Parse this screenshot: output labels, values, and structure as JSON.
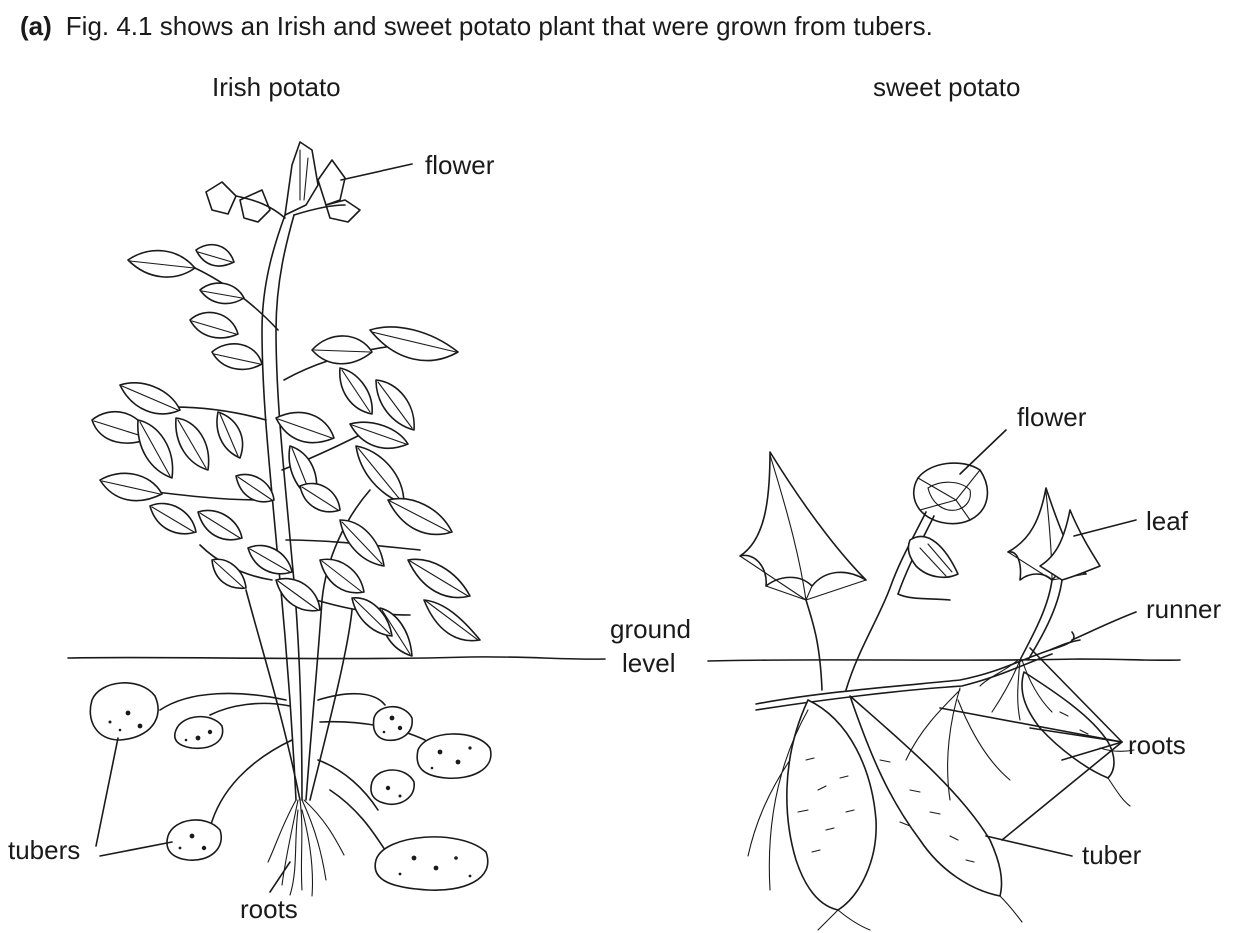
{
  "question": {
    "number": "(a)",
    "text": "Fig. 4.1 shows an Irish and sweet potato plant that were grown from tubers."
  },
  "irish_potato": {
    "title": "Irish potato",
    "labels": {
      "flower": "flower",
      "tubers": "tubers",
      "roots": "roots"
    }
  },
  "sweet_potato": {
    "title": "sweet potato",
    "labels": {
      "flower": "flower",
      "leaf": "leaf",
      "runner": "runner",
      "roots": "roots",
      "tuber": "tuber"
    }
  },
  "ground_level": {
    "line1": "ground",
    "line2": "level"
  },
  "colors": {
    "ink": "#1a1a1a",
    "background": "#ffffff"
  }
}
